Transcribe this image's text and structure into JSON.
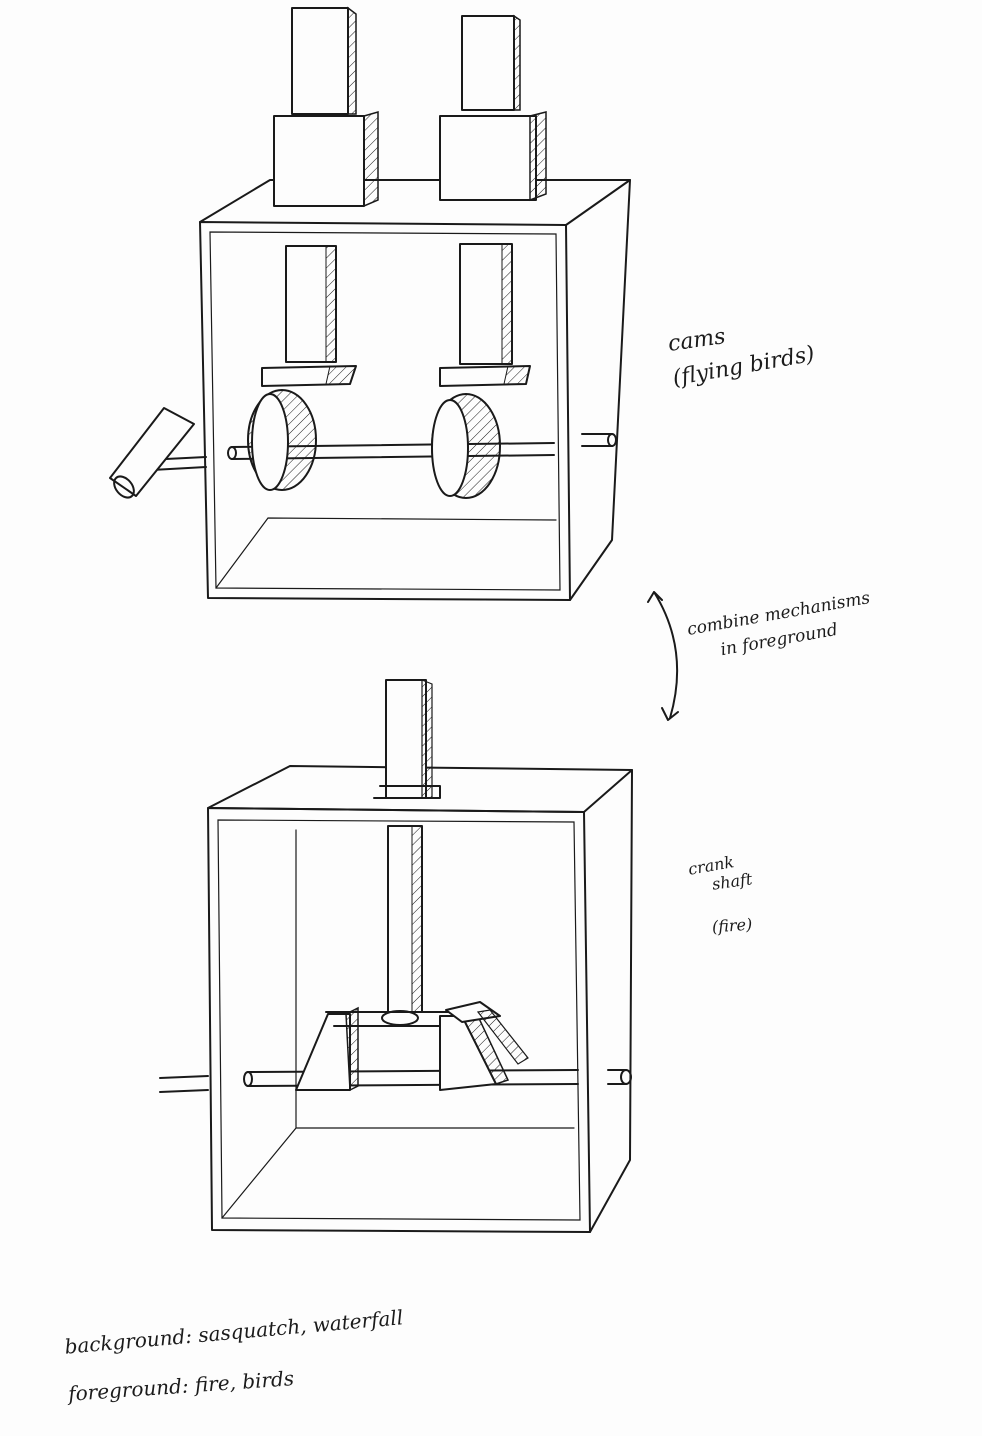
{
  "notes": {
    "cams_title": "cams",
    "cams_subtitle": "(flying birds)",
    "combine_line1": "combine mechanisms",
    "combine_line2": "in foreground",
    "crank_line1": "crank",
    "crank_line2": "shaft",
    "crank_subtitle": "(fire)",
    "background_note": "background: sasquatch, waterfall",
    "foreground_note": "foreground: fire, birds"
  },
  "colors": {
    "ink": "#1a1a1a",
    "paper": "#fdfdfd"
  }
}
